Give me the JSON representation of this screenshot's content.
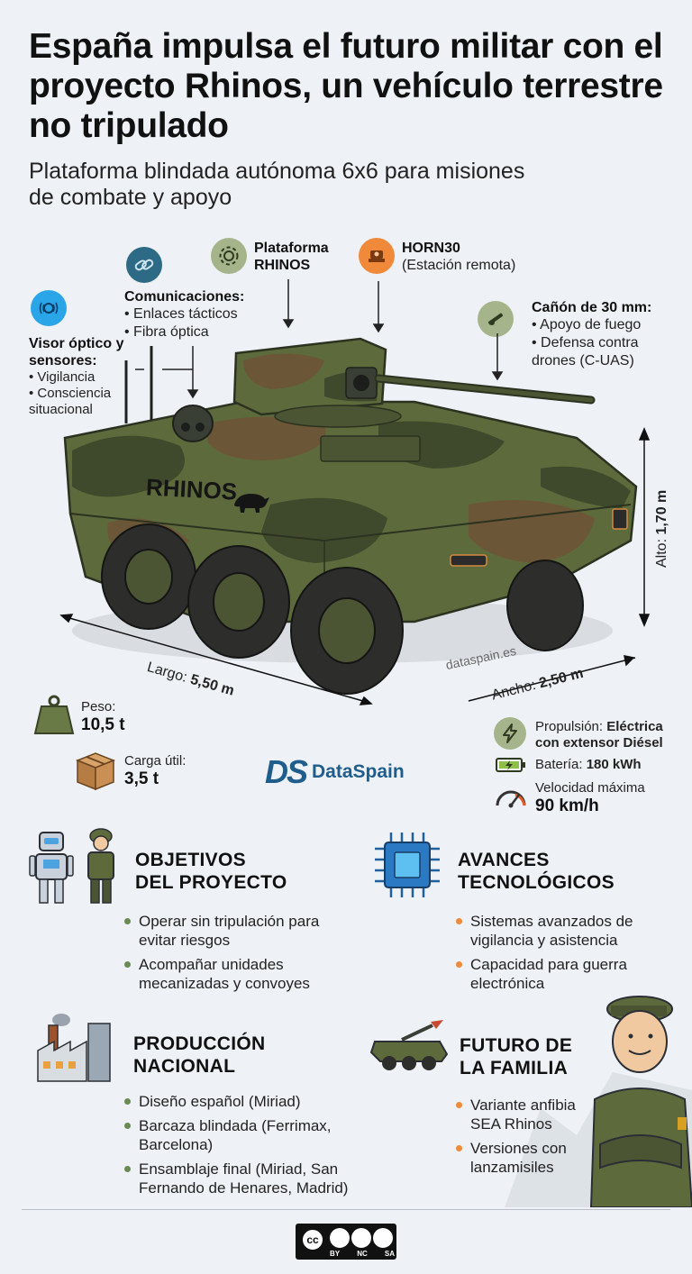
{
  "header": {
    "title": "España impulsa el futuro militar con el proyecto Rhinos, un vehículo terrestre no tripulado",
    "subtitle": "Plataforma blindada autónoma 6x6 para misiones de combate y apoyo"
  },
  "callouts": {
    "visor": {
      "title": "Visor óptico y sensores:",
      "bullets": [
        "• Vigilancia",
        "• Consciencia situacional"
      ]
    },
    "comms": {
      "title": "Comunicaciones:",
      "bullets": [
        "• Enlaces tácticos",
        "• Fibra óptica"
      ]
    },
    "plataforma": {
      "title": "Plataforma RHINOS"
    },
    "horn30": {
      "title": "HORN30",
      "sub": "(Estación remota)"
    },
    "canon": {
      "title": "Cañón de 30 mm:",
      "bullets": [
        "• Apoyo de fuego",
        "• Defensa contra drones (C-UAS)"
      ]
    }
  },
  "vehicle": {
    "name": "RHINOS",
    "watermark": "dataspain.es"
  },
  "dimensions": {
    "largo": {
      "label": "Largo:",
      "value": "5,50 m"
    },
    "ancho": {
      "label": "Ancho:",
      "value": "2,50 m"
    },
    "alto": {
      "label": "Alto:",
      "value": "1,70 m"
    }
  },
  "specs": {
    "peso": {
      "label": "Peso:",
      "value": "10,5 t"
    },
    "carga": {
      "label": "Carga útil:",
      "value": "3,5 t"
    },
    "propulsion": {
      "label": "Propulsión:",
      "value_a": "Eléctrica",
      "value_b": "con extensor Diésel"
    },
    "bateria": {
      "label": "Batería:",
      "value": "180 kWh"
    },
    "velocidad": {
      "label": "Velocidad máxima",
      "value": "90 km/h"
    }
  },
  "brand": {
    "mark": "DS",
    "name": "DataSpain"
  },
  "sections": {
    "objetivos": {
      "title_a": "OBJETIVOS",
      "title_b": "DEL PROYECTO",
      "items": [
        "Operar sin tripulación para evitar riesgos",
        "Acompañar unidades mecanizadas y convoyes"
      ]
    },
    "avances": {
      "title_a": "AVANCES",
      "title_b": "TECNOLÓGICOS",
      "items": [
        "Sistemas avanzados de vigilancia y asistencia",
        "Capacidad para guerra electrónica"
      ]
    },
    "produccion": {
      "title_a": "PRODUCCIÓN",
      "title_b": "NACIONAL",
      "items": [
        "Diseño español (Miriad)",
        "Barcaza blindada (Ferrimax, Barcelona)",
        "Ensamblaje final (Miriad, San Fernando de Henares, Madrid)"
      ]
    },
    "futuro": {
      "title_a": "FUTURO DE",
      "title_b": "LA FAMILIA",
      "items": [
        "Variante anfibia SEA Rhinos",
        "Versiones con lanzamisiles"
      ]
    }
  },
  "license": {
    "labels": [
      "BY",
      "NC",
      "SA"
    ],
    "cc": "cc"
  },
  "colors": {
    "accent_green": "#6a8a52",
    "accent_orange": "#ee8a3a",
    "camo_dark": "#3f4a2c",
    "camo_mid": "#5d6b3c",
    "camo_brown": "#6b5637"
  }
}
